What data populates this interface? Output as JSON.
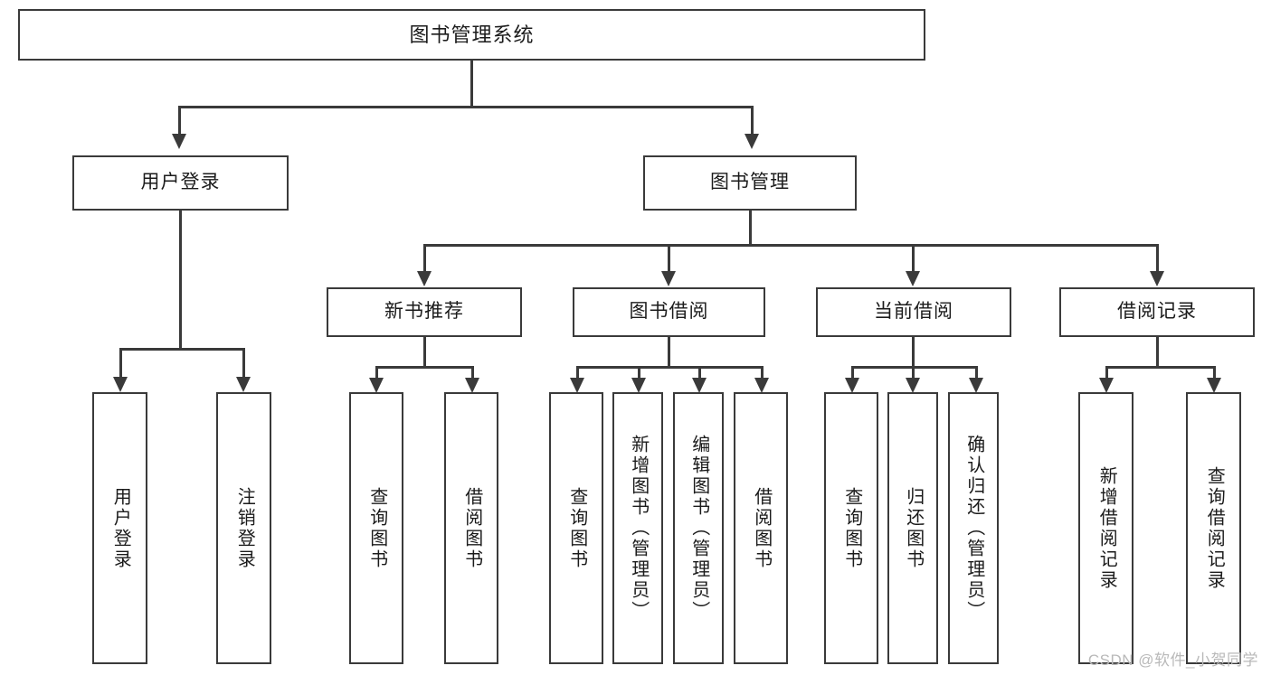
{
  "diagram": {
    "title": "图书管理系统",
    "root": {
      "label": "图书管理系统"
    },
    "level1": [
      {
        "label": "用户登录"
      },
      {
        "label": "图书管理"
      }
    ],
    "level2": [
      {
        "label": "新书推荐"
      },
      {
        "label": "图书借阅"
      },
      {
        "label": "当前借阅"
      },
      {
        "label": "借阅记录"
      }
    ],
    "leaves": {
      "user_login": [
        {
          "label": "用户登录"
        },
        {
          "label": "注销登录"
        }
      ],
      "new_book_recommend": [
        {
          "label": "查询图书"
        },
        {
          "label": "借阅图书"
        }
      ],
      "book_borrow": [
        {
          "label": "查询图书"
        },
        {
          "label": "新增图书（管理员）"
        },
        {
          "label": "编辑图书（管理员）"
        },
        {
          "label": "借阅图书"
        }
      ],
      "current_borrow": [
        {
          "label": "查询图书"
        },
        {
          "label": "归还图书"
        },
        {
          "label": "确认归还（管理员）"
        }
      ],
      "borrow_record": [
        {
          "label": "新增借阅记录"
        },
        {
          "label": "查询借阅记录"
        }
      ]
    }
  },
  "watermark": {
    "text": "CSDN @软件_小贺同学"
  },
  "colors": {
    "box_border": "#3a3a3a",
    "line": "#3a3a3a",
    "text": "#1b1b1b",
    "background": "#ffffff",
    "watermark": "#b9b9b9"
  }
}
